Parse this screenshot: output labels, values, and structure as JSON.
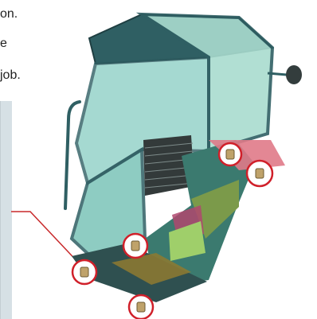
{
  "text": {
    "line1": "on.",
    "line2": "e",
    "line3": "job."
  },
  "colors": {
    "cab_frame": "#2f5f63",
    "glass": "#8fd0c6",
    "highlight_ring": "#d0202a",
    "callout_box": "#d6e0e5",
    "callout_line": "#c8282a"
  },
  "icons": [
    "cab-illustration",
    "rubber-mount-icon",
    "mirror-icon"
  ]
}
